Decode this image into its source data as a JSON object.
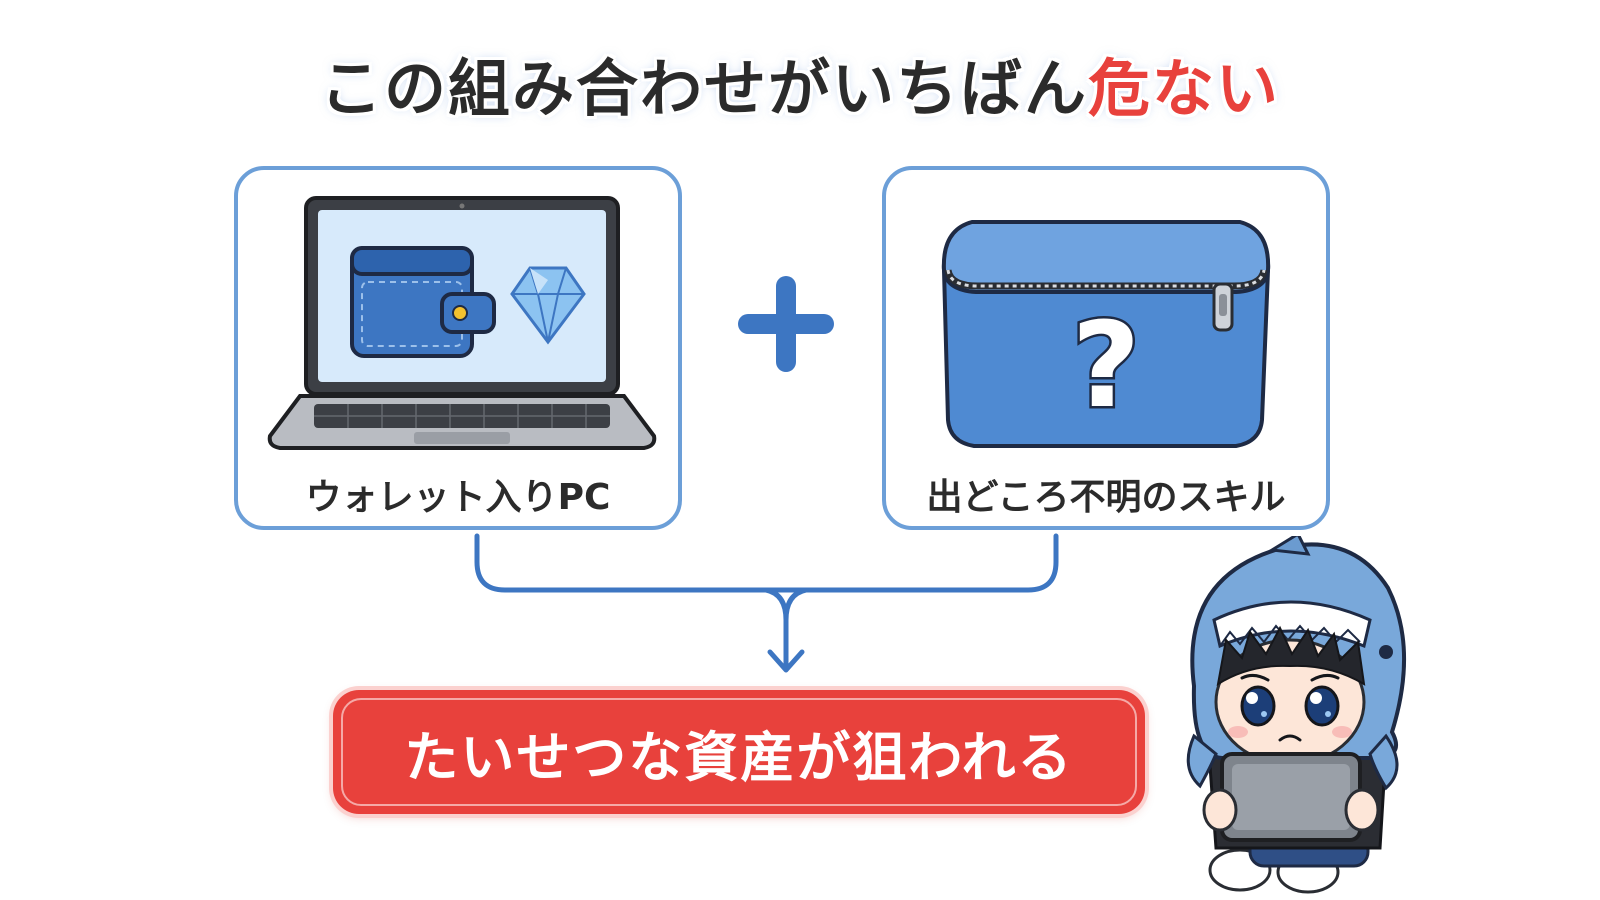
{
  "title": {
    "main": "この組み合わせがいちばん",
    "emphasis": "危ない"
  },
  "left_card": {
    "label": "ウォレット入りPC",
    "icons": [
      "laptop-icon",
      "wallet-icon",
      "crystal-icon"
    ]
  },
  "right_card": {
    "label": "出どころ不明のスキル",
    "icons": [
      "zipper-pouch-icon",
      "question-mark-icon"
    ]
  },
  "operator": {
    "icon": "plus-icon"
  },
  "result": {
    "label": "たいせつな資産が狙われる"
  },
  "mascot": {
    "icon": "shark-hood-kid-icon"
  },
  "colors": {
    "accent_blue": "#6c9fd8",
    "item_blue": "#4a86c8",
    "danger_red": "#e8413c",
    "text_dark": "#2b2b2b"
  }
}
